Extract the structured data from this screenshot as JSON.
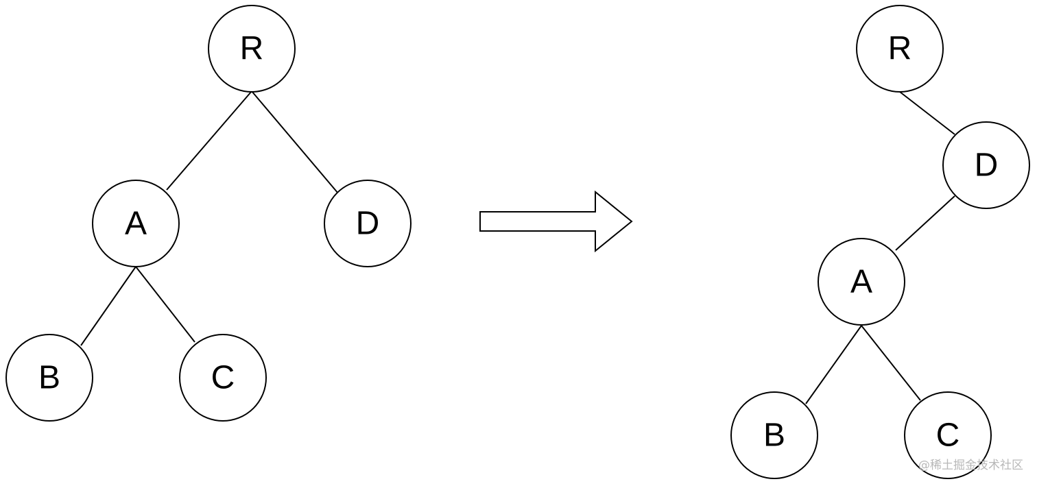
{
  "left_tree": {
    "nodes": [
      {
        "id": "R",
        "label": "R"
      },
      {
        "id": "A",
        "label": "A"
      },
      {
        "id": "D",
        "label": "D"
      },
      {
        "id": "B",
        "label": "B"
      },
      {
        "id": "C",
        "label": "C"
      }
    ],
    "edges": [
      [
        "R",
        "A"
      ],
      [
        "R",
        "D"
      ],
      [
        "A",
        "B"
      ],
      [
        "A",
        "C"
      ]
    ]
  },
  "right_tree": {
    "nodes": [
      {
        "id": "R",
        "label": "R"
      },
      {
        "id": "D",
        "label": "D"
      },
      {
        "id": "A",
        "label": "A"
      },
      {
        "id": "B",
        "label": "B"
      },
      {
        "id": "C",
        "label": "C"
      }
    ],
    "edges": [
      [
        "R",
        "D"
      ],
      [
        "D",
        "A"
      ],
      [
        "A",
        "B"
      ],
      [
        "A",
        "C"
      ]
    ]
  },
  "transform_arrow": {
    "direction": "right"
  },
  "watermark": {
    "text": "@稀土掘金技术社区"
  },
  "colors": {
    "stroke": "#000000",
    "fill": "#ffffff",
    "watermark": "#b8b8b8"
  }
}
